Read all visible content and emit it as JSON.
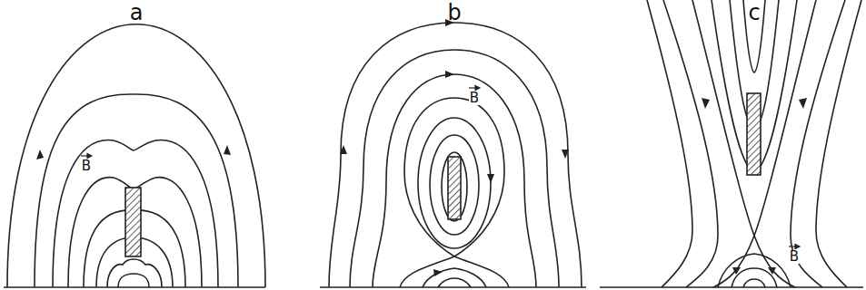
{
  "diagram": {
    "labels": [
      "a",
      "b",
      "c",
      "B",
      "B",
      "B"
    ]
  }
}
